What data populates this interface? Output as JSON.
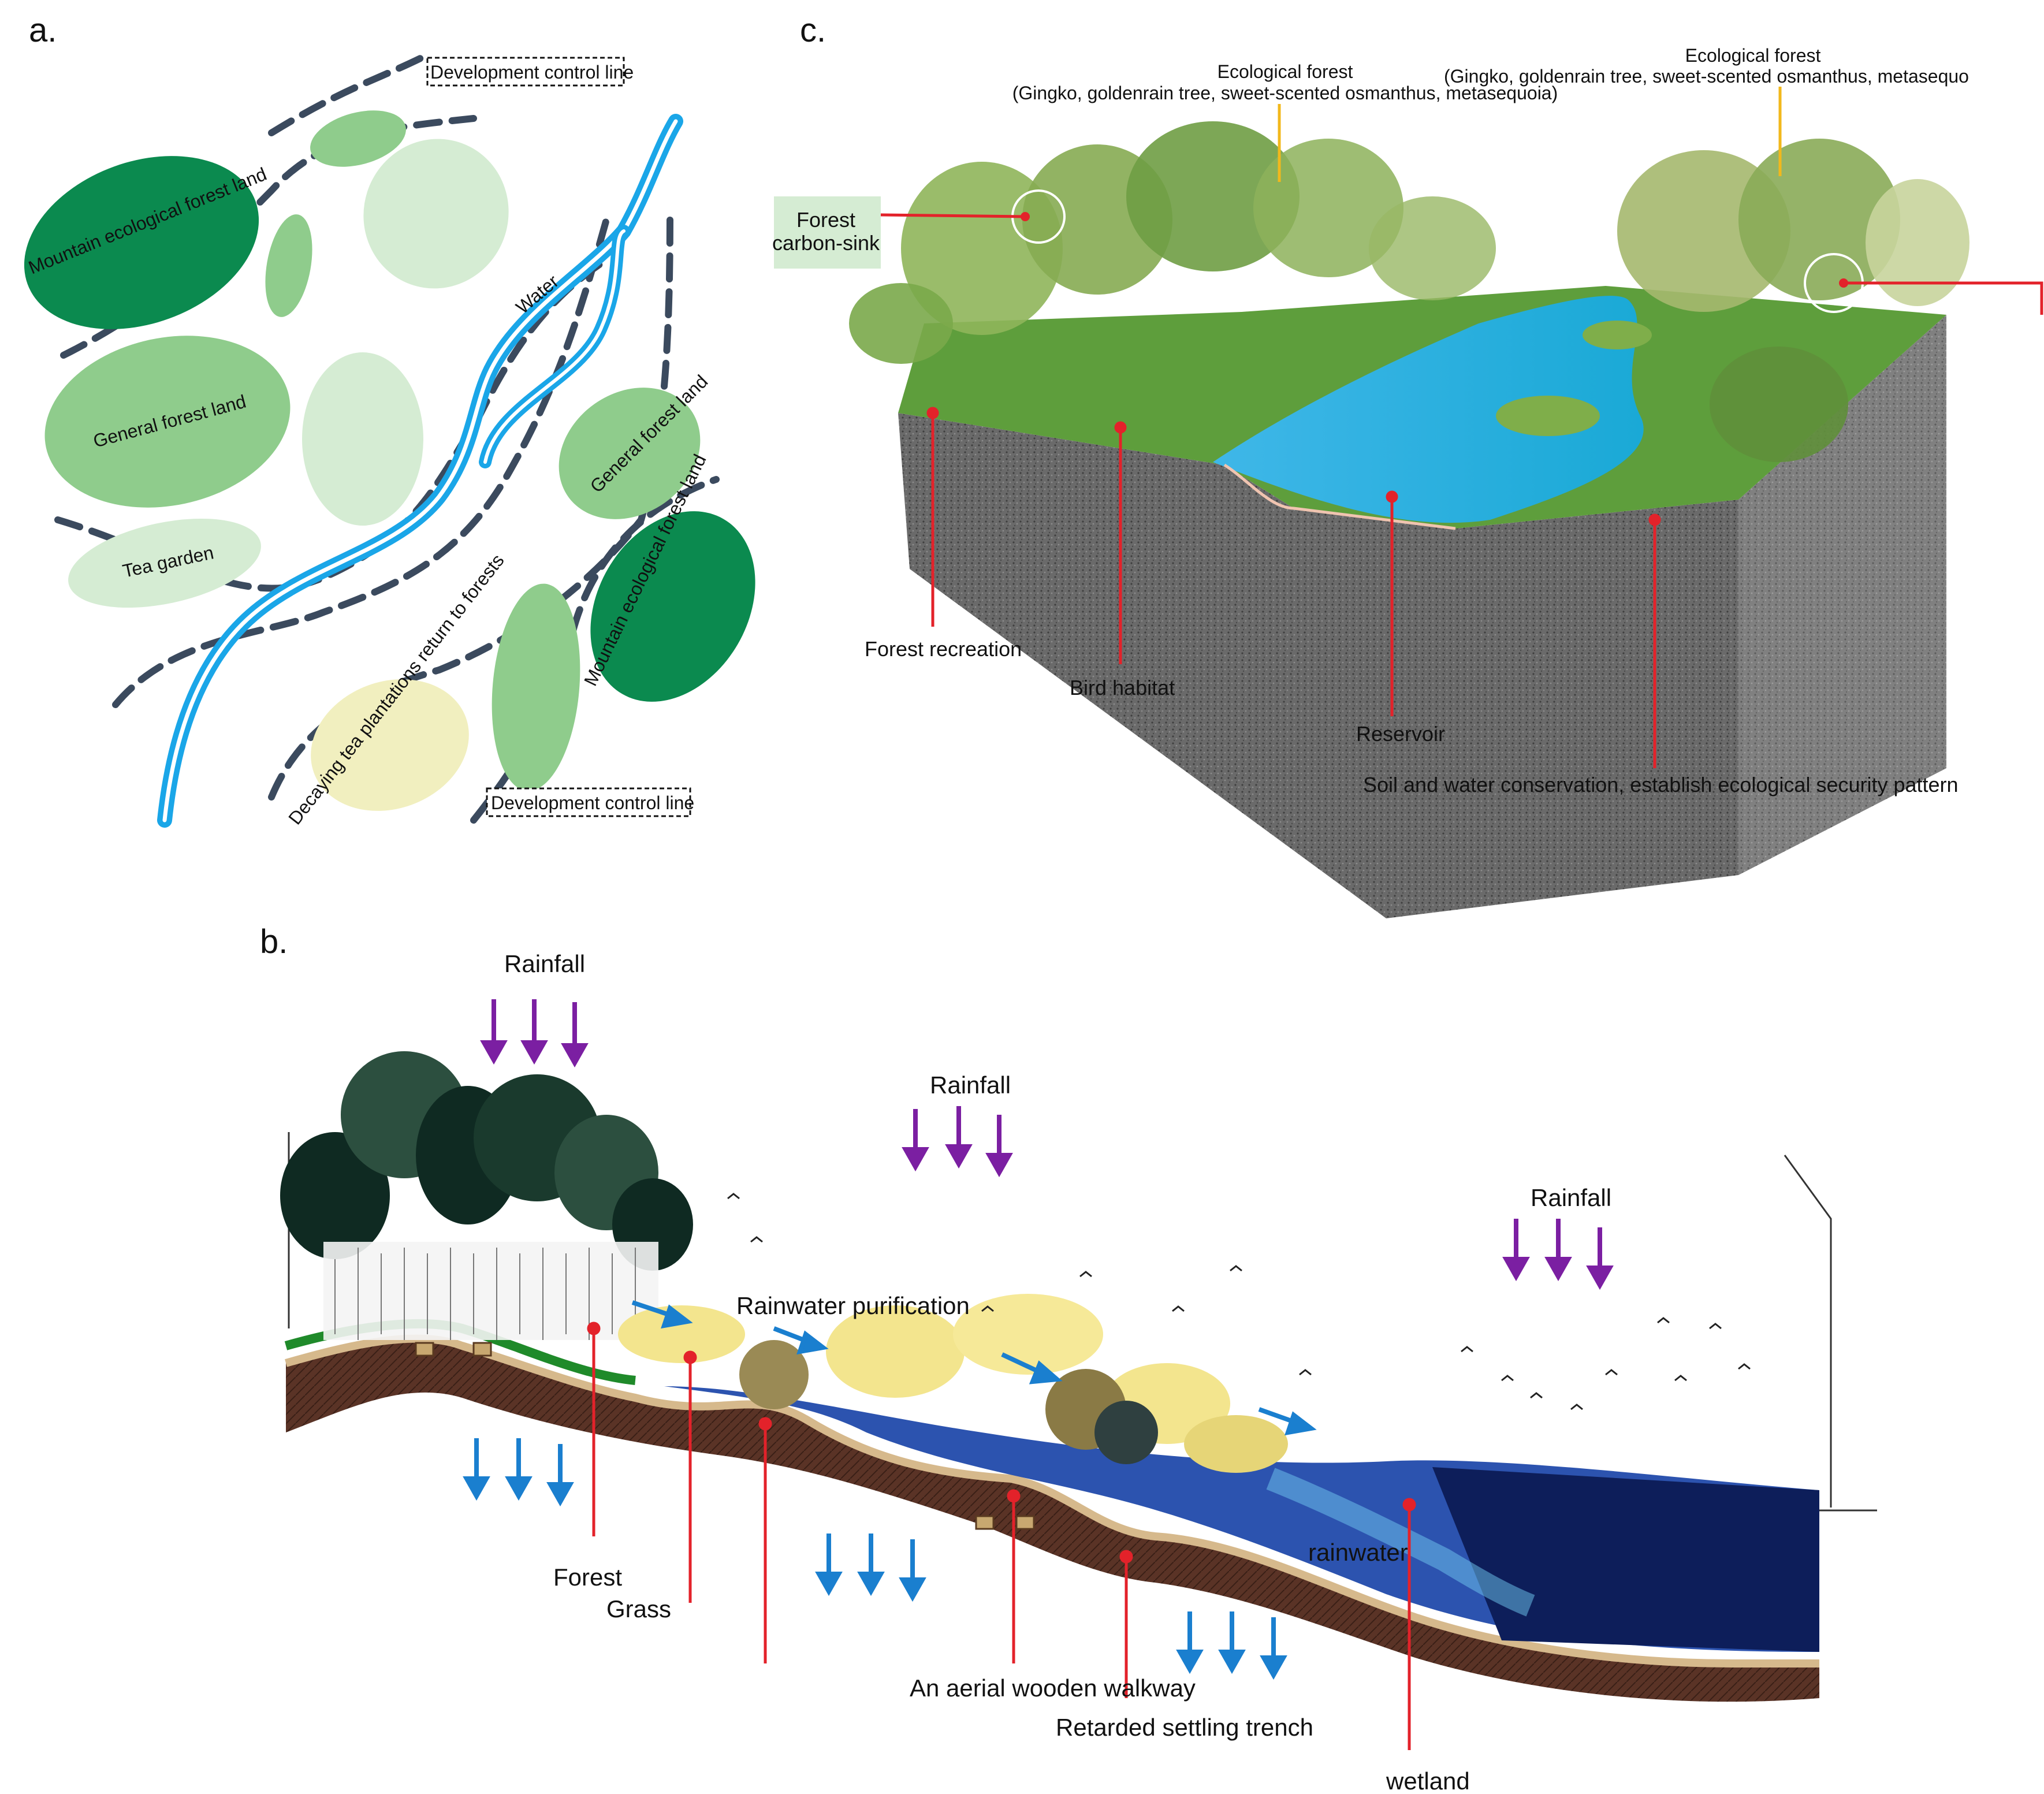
{
  "panels": {
    "a": "a.",
    "b": "b.",
    "c": "c."
  },
  "panel_a": {
    "dev_line_top": "Development control line",
    "dev_line_bottom": "Development control line",
    "mountain_forest_left": "Mountain ecological forest land",
    "mountain_forest_right": "Mountain ecological forest land",
    "general_forest_left": "General forest land",
    "general_forest_right": "General forest land",
    "tea_garden": "Tea garden",
    "water": "Water",
    "decaying_tea": "Decaying tea plantations return to forests"
  },
  "panel_b": {
    "rainfall_1": "Rainfall",
    "rainfall_2": "Rainfall",
    "rainfall_3": "Rainfall",
    "rainwater_purification": "Rainwater purification",
    "forest": "Forest",
    "grass": "Grass",
    "rainwater": "rainwater",
    "walkway": "An aerial wooden walkway",
    "trench": "Retarded settling trench",
    "wetland": "wetland"
  },
  "panel_c": {
    "eco_forest_1_title": "Ecological forest",
    "eco_forest_1_species": "(Gingko, goldenrain tree, sweet-scented osmanthus, metasequoia)",
    "eco_forest_2_title": "Ecological forest",
    "eco_forest_2_species": "(Gingko, goldenrain tree, sweet-scented osmanthus, metasequo",
    "carbon_sink_1": "Forest",
    "carbon_sink_2": "carbon-sink",
    "forest_recreation": "Forest recreation",
    "bird_habitat": "Bird habitat",
    "reservoir": "Reservoir",
    "soil_water": "Soil and water conservation, establish ecological security pattern"
  },
  "colors": {
    "dark_green": "#0b8a4f",
    "mid_green": "#8fcc8c",
    "light_green": "#d5ecd3",
    "tea_yellow": "#f1efbf",
    "water_blue": "#1aa6e8",
    "dash": "#3b4a5e",
    "red_leader": "#e3222a",
    "yellow_leader": "#f2b81c",
    "rain_purple": "#7b1fa2",
    "flow_blue": "#1a7fcf"
  }
}
